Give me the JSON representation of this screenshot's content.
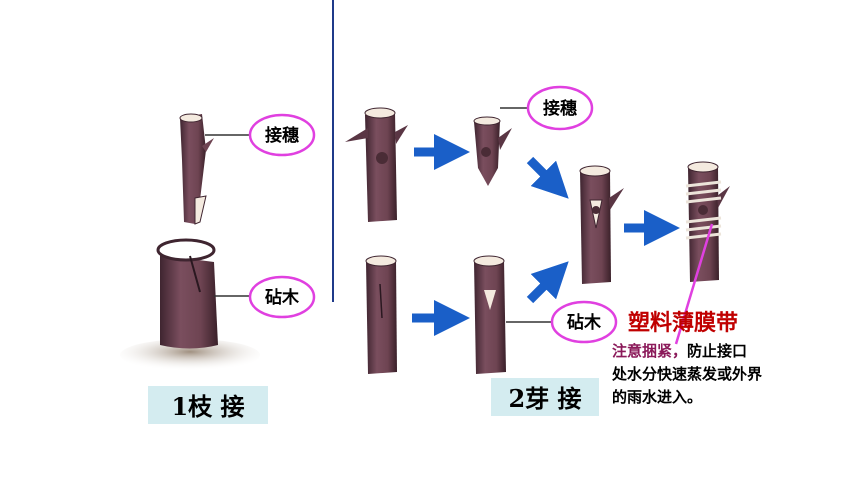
{
  "labels": {
    "scion": "接穗",
    "rootstock": "砧木"
  },
  "methods": {
    "branch_grafting": "1枝 接",
    "bud_grafting": "2芽 接"
  },
  "annotation": {
    "film_title": "塑料薄膜带",
    "note_highlight": "注意捆紧，",
    "note_rest": "防止接口处水分快速蒸发或外界的雨水进入。"
  },
  "colors": {
    "bark": "#6e4452",
    "bark_dark": "#3f2530",
    "ring": "#e040e0",
    "arrow": "#1a5fc8",
    "label_box": "#d4ecf0",
    "film_title": "#c00000",
    "note_highlight": "#8b1a5a",
    "divider": "#1f3a8a"
  }
}
